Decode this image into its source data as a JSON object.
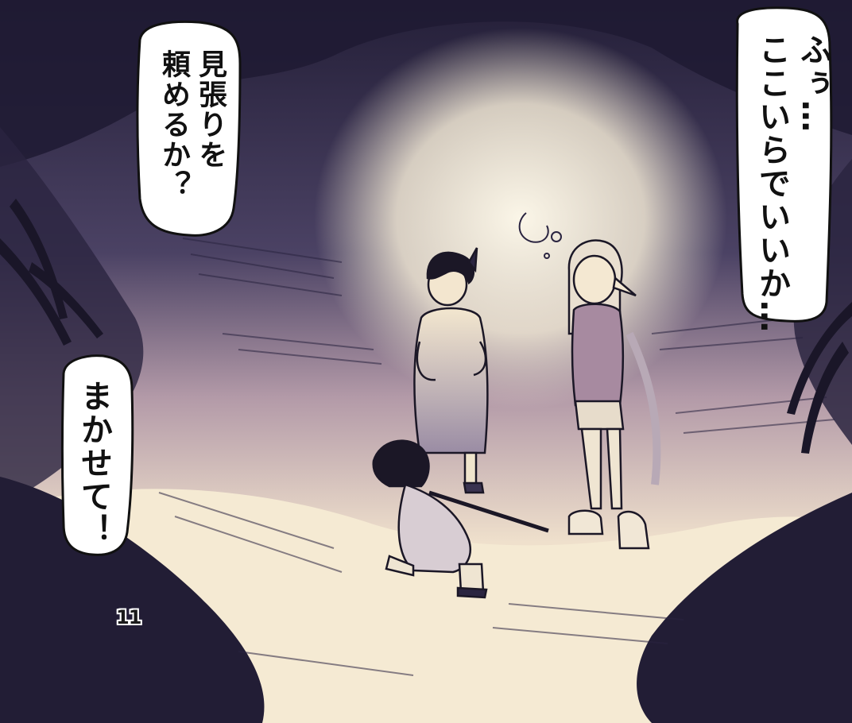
{
  "bubbles": {
    "right": "ふぅ…\nここいらでいいか…",
    "top_left": "見張りを\n頼めるか？",
    "left": "まかせて！"
  },
  "page_number": "11",
  "colors": {
    "sky_top": "#2b2540",
    "sky_mid": "#8a7b93",
    "glow": "#f7f0de",
    "ground": "#f6ecd6",
    "foliage": "#1e1a30"
  },
  "icons": [
    "thought-bubble-icon"
  ]
}
